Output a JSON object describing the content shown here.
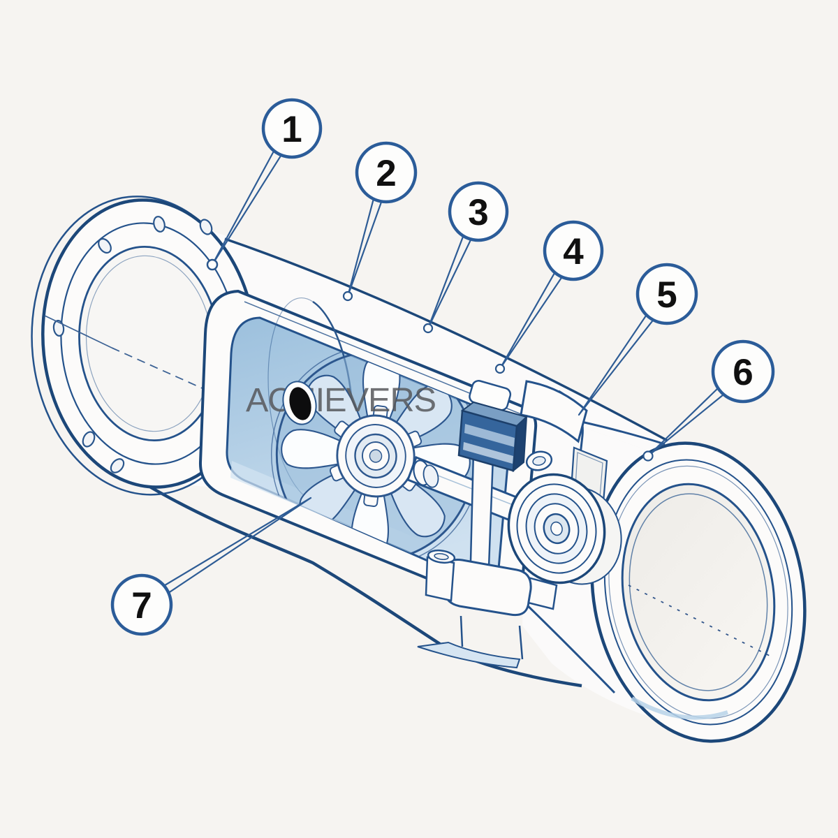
{
  "diagram": {
    "watermark": "ACHIEVERS",
    "callouts": [
      {
        "number": "1"
      },
      {
        "number": "2"
      },
      {
        "number": "3"
      },
      {
        "number": "4"
      },
      {
        "number": "5"
      },
      {
        "number": "6"
      },
      {
        "number": "7"
      }
    ],
    "colors": {
      "background": "#f6f4f1",
      "line_navy": "#24528b",
      "line_dark_navy": "#1c4779",
      "interior_blue": "#a9c9e3",
      "interior_blue_light": "#cfe1f0",
      "blade_blue": "#d8e6f3",
      "sensor_blue": "#35659c",
      "sensor_blue_dark": "#1d4270",
      "watermark_gray": "#56575b",
      "callout_ring": "#2b5c99",
      "callout_number": "#101010",
      "port_hole_black": "#0d0d0e"
    }
  }
}
